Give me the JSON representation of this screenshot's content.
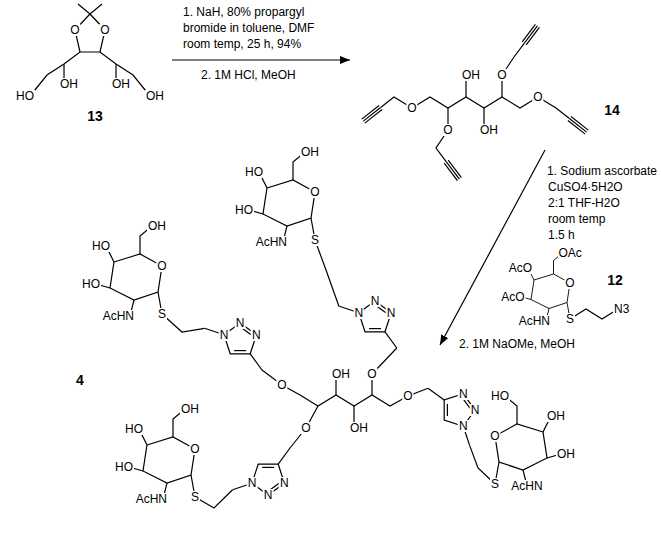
{
  "diagram": {
    "labels": [
      "O",
      "O",
      "HO",
      "OH",
      "OH",
      "OH",
      "13",
      "1. NaH, 80% propargyl bromide in toluene, DMF room temp, 25 h, 94%",
      "2. 1M HCl, MeOH",
      "O",
      "OH",
      "O",
      "O",
      "OH",
      "O",
      "14",
      "1. Sodium ascorbate",
      "CuSO4·5H2O",
      "2:1 THF-H2O",
      "room temp",
      "1.5 h",
      "AcO",
      "OAc",
      "AcO",
      "O",
      "AcHN",
      "S",
      "N3",
      "12",
      "2. 1M NaOMe, MeOH",
      "HO",
      "OH",
      "HO",
      "O",
      "AcHN",
      "S",
      "N",
      "N",
      "N",
      "HO",
      "OH",
      "HO",
      "O",
      "AcHN",
      "S",
      "N",
      "N",
      "N",
      "O",
      "OH",
      "O",
      "O",
      "O",
      "OH",
      "4",
      "N",
      "N",
      "N",
      "OH",
      "HO",
      "OH",
      "O",
      "AcHN",
      "S",
      "HO",
      "OH",
      "HO",
      "O",
      "AcHN",
      "S",
      "N",
      "N",
      "N"
    ]
  }
}
